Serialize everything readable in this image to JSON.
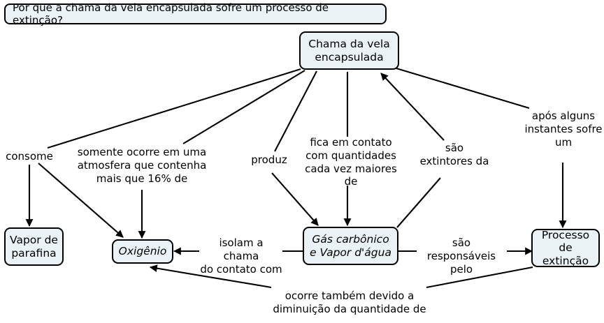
{
  "diagram": {
    "type": "concept-map",
    "language": "pt-BR",
    "title_question": "Por que a chama da vela encapsulada sofre um processo de extinção?",
    "colors": {
      "node_fill": "#eaf2f5",
      "node_border": "#000000",
      "edge": "#000000",
      "text": "#000000",
      "background": "#ffffff"
    },
    "nodes": [
      {
        "id": "chama",
        "label": "Chama da\nvela encapsulada",
        "italic": false
      },
      {
        "id": "vapor",
        "label": "Vapor de\nparafina",
        "italic": false
      },
      {
        "id": "oxigenio",
        "label": "Oxigênio",
        "italic": true
      },
      {
        "id": "gas",
        "label": "Gás carbônico e\nVapor d'água",
        "italic": true
      },
      {
        "id": "processo",
        "label": "Processo de\nextinção",
        "italic": false
      }
    ],
    "link_labels": [
      {
        "id": "consome",
        "text": "consome"
      },
      {
        "id": "somente",
        "text": "somente ocorre em uma\natmosfera que contenha\nmais que 16% de"
      },
      {
        "id": "produz",
        "text": "produz"
      },
      {
        "id": "fica",
        "text": "fica em contato\ncom quantidades\ncada vez maiores de"
      },
      {
        "id": "extintores",
        "text": "são\nextintores da"
      },
      {
        "id": "apos",
        "text": "após alguns\ninstantes sofre\num"
      },
      {
        "id": "isolam",
        "text": "isolam a chama\ndo contato com"
      },
      {
        "id": "responsaveis",
        "text": "são responsáveis\npelo"
      },
      {
        "id": "ocorre",
        "text": "ocorre também devido a\ndiminuição da quantidade de"
      }
    ],
    "propositions": [
      "Chama da vela encapsulada consome Vapor de parafina",
      "Chama da vela encapsulada consome Oxigênio",
      "Chama da vela encapsulada somente ocorre em uma atmosfera que contenha mais que 16% de Oxigênio",
      "Chama da vela encapsulada produz Gás carbônico e Vapor d'água",
      "Chama da vela encapsulada fica em contato com quantidades cada vez maiores de Gás carbônico e Vapor d'água",
      "Gás carbônico e Vapor d'água são extintores da Chama da vela encapsulada",
      "Chama da vela encapsulada após alguns instantes sofre um Processo de extinção",
      "Gás carbônico e Vapor d'água isolam a chama do contato com Oxigênio",
      "Gás carbônico e Vapor d'água são responsáveis pelo Processo de extinção",
      "Processo de extinção ocorre também devido a diminuição da quantidade de Oxigênio"
    ]
  }
}
